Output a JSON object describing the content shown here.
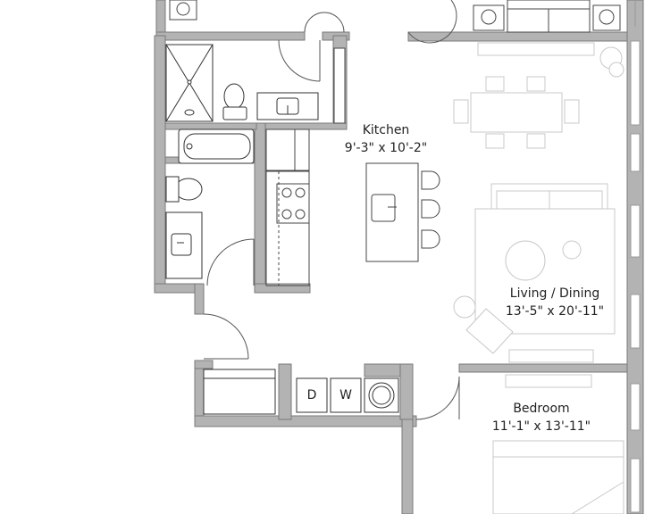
{
  "rooms": {
    "kitchen": {
      "name": "Kitchen",
      "size": "9'-3\" x 10'-2\""
    },
    "living_dining": {
      "name": "Living / Dining",
      "size": "13'-5\" x 20'-11\""
    },
    "bedroom": {
      "name": "Bedroom",
      "size": "11'-1\" x 13'-11\""
    }
  },
  "appliances": {
    "dryer": "D",
    "washer": "W"
  },
  "colors": {
    "wall": "#b3b3b3",
    "wall_edge": "#7a7a7a",
    "fixture": "#333333",
    "furniture": "#c8c8c8",
    "window": "#9a9a9a"
  }
}
